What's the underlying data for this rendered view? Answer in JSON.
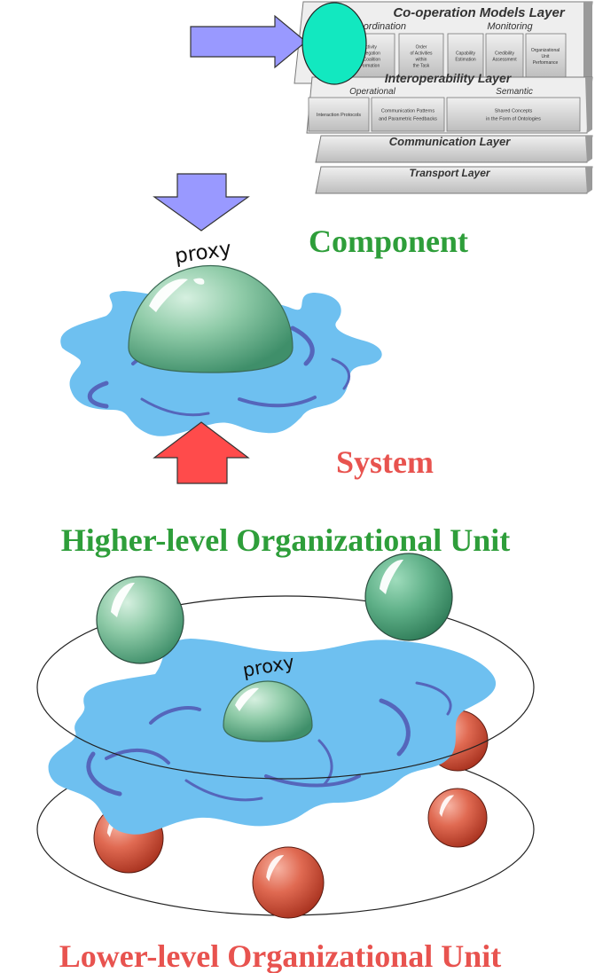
{
  "stack": {
    "cooperation": {
      "title": "Co-operation Models Layer",
      "sections": [
        "Co-ordination",
        "Monitoring"
      ],
      "boxes": [
        [
          "Activity",
          "Delegation",
          "& Coalition",
          "Formation"
        ],
        [
          "Order",
          "of Activities",
          "within",
          "the Task"
        ],
        [
          "Capability",
          "Estimation"
        ],
        [
          "Credibility",
          "Assessment"
        ],
        [
          "Organizational",
          "Unit",
          "Performance"
        ]
      ]
    },
    "interoperability": {
      "title": "Interoperability Layer",
      "sections": [
        "Operational",
        "Semantic"
      ],
      "boxes": [
        [
          "Interaction Protocols"
        ],
        [
          "Communication Patterns",
          "and Parametric Feedbacks"
        ],
        [
          "Shared Concepts",
          "in the Form of Ontologies"
        ]
      ]
    },
    "communication": {
      "title": "Communication Layer"
    },
    "transport": {
      "title": "Transport Layer"
    }
  },
  "labels": {
    "component": "Component",
    "system": "System",
    "proxy_top": "proxy",
    "higher": "Higher-level Organizational Unit",
    "proxy_bottom": "proxy",
    "lower": "Lower-level Organizational Unit"
  },
  "colors": {
    "green_label": "#2e9e3a",
    "red_label": "#e8534f",
    "arrow_blue": "#9999ff",
    "arrow_red": "#ff4b4b",
    "water": "#6ec0f0",
    "water_dark": "#5566bb",
    "sphere_green": "#8fcba8",
    "sphere_green_dark": "#3f9a70",
    "sphere_red": "#d9533e",
    "teal_disc": "#12e8c0",
    "layer_gray": "#d0d0d0"
  }
}
